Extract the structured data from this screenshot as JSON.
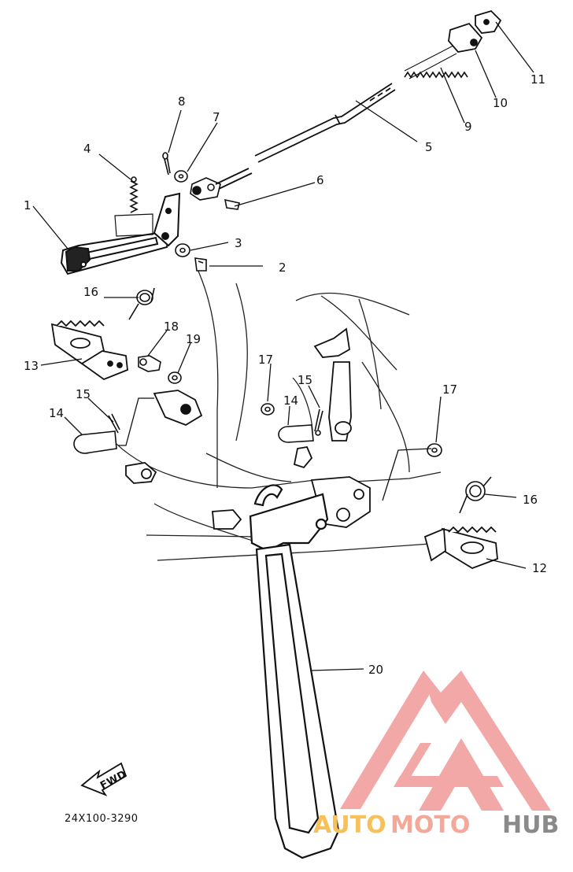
{
  "diagram": {
    "part_code": "24X100-3290",
    "direction_label": "FWD",
    "callouts": [
      "1",
      "2",
      "3",
      "4",
      "5",
      "6",
      "7",
      "8",
      "9",
      "10",
      "11",
      "12",
      "13",
      "14",
      "15",
      "16",
      "17",
      "18",
      "19",
      "20",
      "16",
      "17",
      "14",
      "15"
    ]
  },
  "watermark": {
    "text_auto": "AUTO",
    "text_moto": "MOTO",
    "text_hub": "HUB",
    "colors": {
      "logo": "#f08b8b",
      "auto": "#f6c15a",
      "moto": "#f3a99a",
      "hub": "#8a8a8a"
    }
  }
}
